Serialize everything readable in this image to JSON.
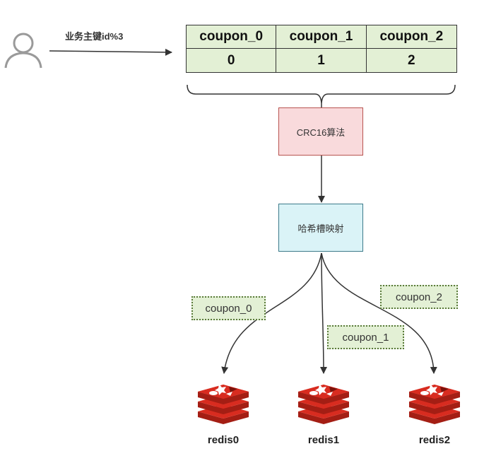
{
  "user": {
    "icon": "user-icon"
  },
  "edge_label": "业务主键id%3",
  "shard_table": {
    "headers": [
      "coupon_0",
      "coupon_1",
      "coupon_2"
    ],
    "values": [
      "0",
      "1",
      "2"
    ],
    "fill_color": "#e3f0d5"
  },
  "crc_box": {
    "label": "CRC16算法",
    "fill_color": "#f9dadc"
  },
  "hash_box": {
    "label": "哈希槽映射",
    "fill_color": "#daf3f7"
  },
  "route_labels": [
    "coupon_0",
    "coupon_1",
    "coupon_2"
  ],
  "redis_nodes": [
    {
      "label": "redis0",
      "icon": "redis-icon"
    },
    {
      "label": "redis1",
      "icon": "redis-icon"
    },
    {
      "label": "redis2",
      "icon": "redis-icon"
    }
  ],
  "colors": {
    "redis": "#d82c20",
    "line": "#333333"
  }
}
